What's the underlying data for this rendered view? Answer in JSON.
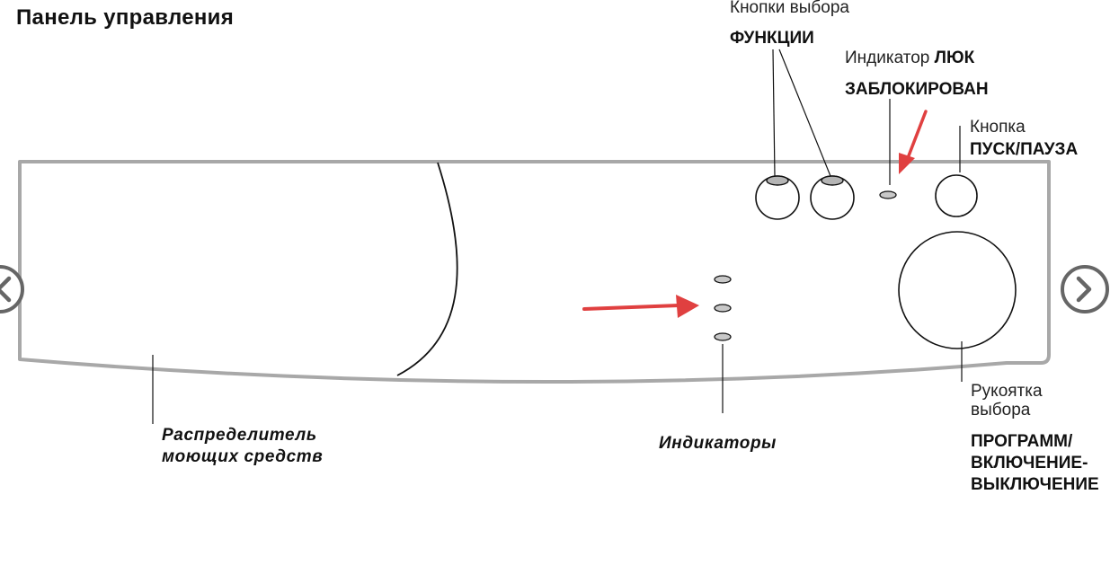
{
  "title": "Панель управления",
  "labels": {
    "function_buttons_line1": "Кнопки выбора",
    "function_buttons_line2": "ФУНКЦИИ",
    "door_indicator_prefix": "Индикатор",
    "door_indicator_bold1": "ЛЮК",
    "door_indicator_bold2": "ЗАБЛОКИРОВАН",
    "start_button_line1": "Кнопка",
    "start_button_line2": "ПУСК/ПАУЗА",
    "dispenser_line1": "Распределитель",
    "dispenser_line2": "моющих средств",
    "indicators": "Индикаторы",
    "knob_line1": "Рукоятка",
    "knob_line2": "выбора",
    "knob_line3": "ПРОГРАММ/",
    "knob_line4": "ВКЛЮЧЕНИЕ-",
    "knob_line5": "ВЫКЛЮЧЕНИЕ"
  },
  "colors": {
    "outline": "#a8a8a8",
    "line": "#111111",
    "arrow": "#e04040",
    "led": "#c8c8c8"
  },
  "nav": {
    "prev_icon": "chevron-left-icon",
    "next_icon": "chevron-right-icon"
  }
}
